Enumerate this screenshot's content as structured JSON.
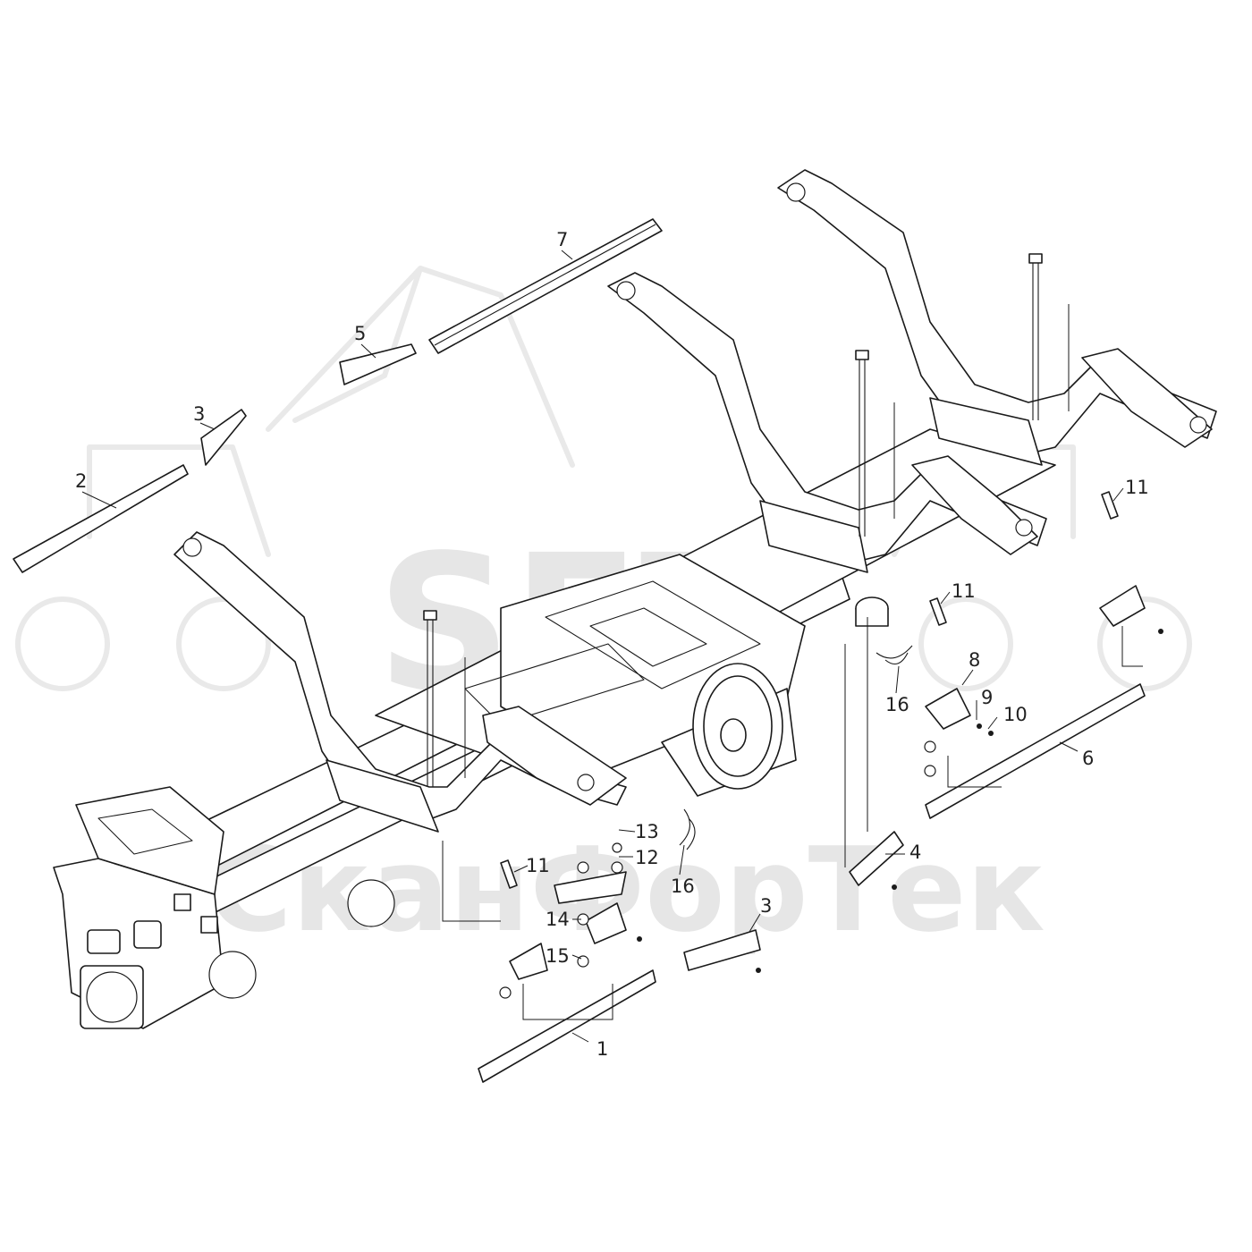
{
  "watermark": {
    "brand": "SFT",
    "subtitle": "СканФорТек",
    "color": "#e6e6e6"
  },
  "line_color": "#1a1a1a",
  "callouts": [
    {
      "id": "c1",
      "label": "1"
    },
    {
      "id": "c2",
      "label": "2"
    },
    {
      "id": "c3a",
      "label": "3"
    },
    {
      "id": "c3b",
      "label": "3"
    },
    {
      "id": "c4",
      "label": "4"
    },
    {
      "id": "c5",
      "label": "5"
    },
    {
      "id": "c6",
      "label": "6"
    },
    {
      "id": "c7",
      "label": "7"
    },
    {
      "id": "c8",
      "label": "8"
    },
    {
      "id": "c9",
      "label": "9"
    },
    {
      "id": "c10",
      "label": "10"
    },
    {
      "id": "c11a",
      "label": "11"
    },
    {
      "id": "c11b",
      "label": "11"
    },
    {
      "id": "c11c",
      "label": "11"
    },
    {
      "id": "c12",
      "label": "12"
    },
    {
      "id": "c13",
      "label": "13"
    },
    {
      "id": "c14",
      "label": "14"
    },
    {
      "id": "c15",
      "label": "15"
    },
    {
      "id": "c16a",
      "label": "16"
    },
    {
      "id": "c16b",
      "label": "16"
    }
  ]
}
